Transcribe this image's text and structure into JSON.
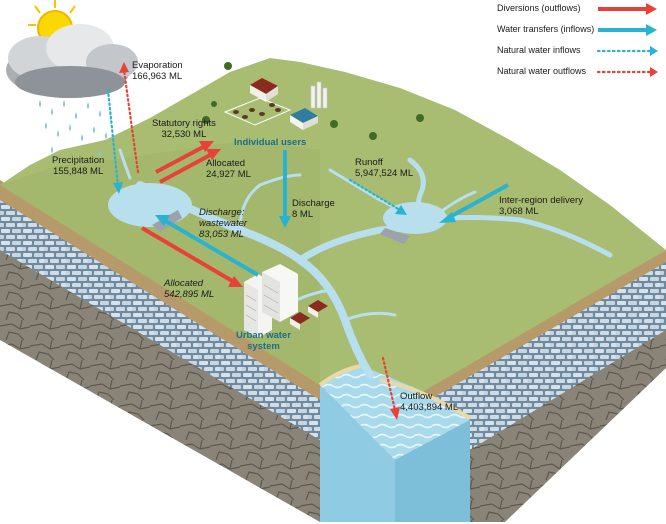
{
  "legend": {
    "diversions": "Diversions (outflows)",
    "transfers": "Water transfers (inflows)",
    "natural_inflows": "Natural water inflows",
    "natural_outflows": "Natural water outflows"
  },
  "labels": {
    "evaporation": {
      "name": "Evaporation",
      "value": "166,963 ML"
    },
    "precipitation": {
      "name": "Precipitation",
      "value": "155,848 ML"
    },
    "statutory": {
      "name": "Statutory rights",
      "value": "32,530 ML"
    },
    "individual_users": "Individual users",
    "allocated_users": {
      "name": "Allocated",
      "value": "24,927 ML"
    },
    "discharge_users": {
      "name": "Discharge",
      "value": "8 ML"
    },
    "runoff": {
      "name": "Runoff",
      "value": "5,947,524 ML"
    },
    "inter_region": {
      "name": "Inter-region delivery",
      "value": "3,068 ML"
    },
    "discharge_ww": {
      "line1": "Discharge:",
      "line2": "wastewater",
      "value": "83,053 ML"
    },
    "allocated_urban": {
      "name": "Allocated",
      "value": "542,895 ML"
    },
    "urban": {
      "line1": "Urban water",
      "line2": "system"
    },
    "outflow": {
      "name": "Outflow",
      "value": "4,403,894 ML"
    }
  },
  "colors": {
    "diversion": "#e8413a",
    "transfer": "#29b3d1",
    "natural_in": "#29b3d1",
    "natural_out": "#e8413a",
    "grass": "#a8bc72",
    "water": "#9fd3e6",
    "label_teal": "#1b6f8a"
  }
}
